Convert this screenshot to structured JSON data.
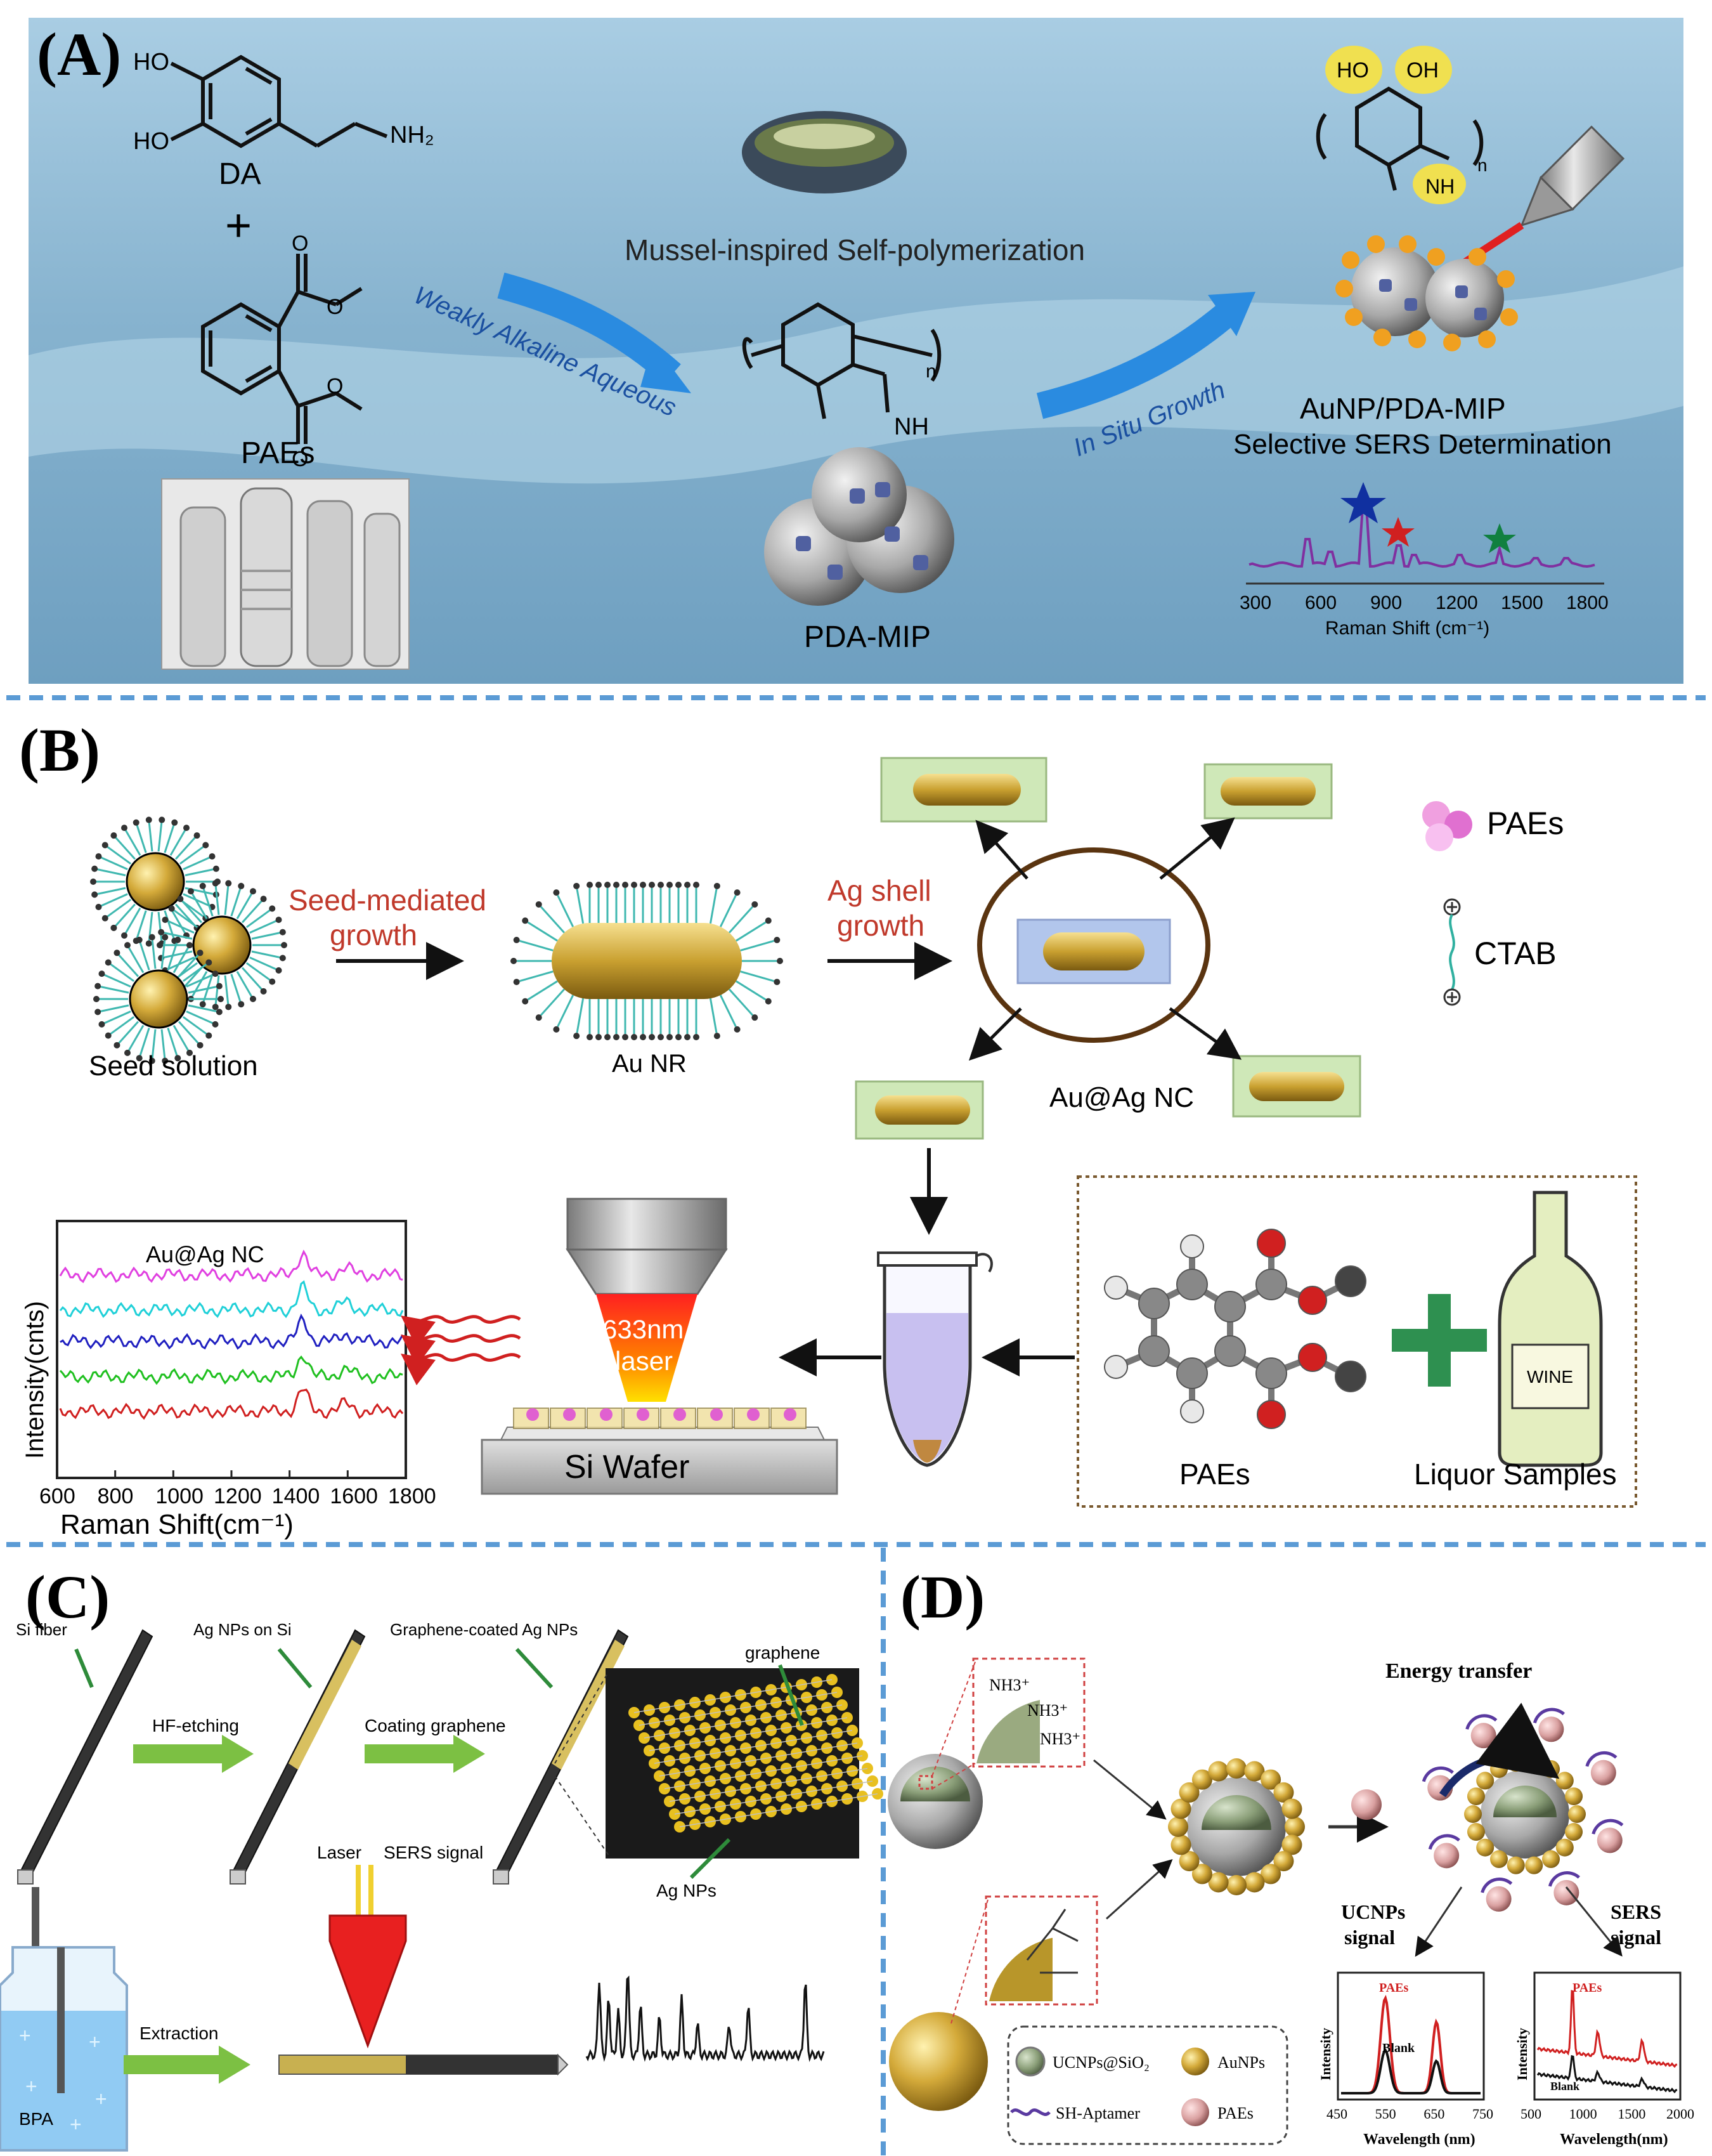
{
  "panelA": {
    "letter": "(A)",
    "da_label": "DA",
    "ho1": "HO",
    "ho2": "HO",
    "nh2": "NH₂",
    "plus": "+",
    "paes_label": "PAEs",
    "title_mussel": "Mussel-inspired Self-polymerization",
    "arrow1_label": "Weakly Alkaline Aqueous",
    "arrow2_label": "In Situ Growth",
    "nh": "NH",
    "n_sub": "n",
    "pdamip_label": "PDA-MIP",
    "auproduct_line1": "AuNP/PDA-MIP",
    "auproduct_line2": "Selective SERS Determination",
    "ho_top": "HO",
    "oh_top": "OH",
    "nh_top": "NH",
    "n_top": "n",
    "raman_xlabel": "Raman Shift (cm⁻¹)",
    "raman_ticks": [
      "300",
      "600",
      "900",
      "1200",
      "1500",
      "1800"
    ]
  },
  "panelB": {
    "letter": "(B)",
    "seed_label": "Seed  solution",
    "step1_line1": "Seed-mediated",
    "step1_line2": "growth",
    "aunr_label": "Au NR",
    "step2_line1": "Ag shell",
    "step2_line2": "growth",
    "aunc_label": "Au@Ag NC",
    "legend_paes": "PAEs",
    "legend_ctab": "CTAB",
    "chart_inset_label": "Au@Ag NC",
    "ylabel": "Intensity(cnts)",
    "xlabel": "Raman Shift(cm⁻¹)",
    "xticks": [
      "600",
      "800",
      "1000",
      "1200",
      "1400",
      "1600",
      "1800"
    ],
    "laser_line1": "633nm",
    "laser_line2": "laser",
    "wafer_label": "Si Wafer",
    "paes_mol_label": "PAEs",
    "liquor_label": "Liquor Samples",
    "wine_label": "WINE"
  },
  "panelC": {
    "letter": "(C)",
    "si_fiber": "Si fiber",
    "ag_on_si": "Ag NPs on Si",
    "graphene_coated": "Graphene-coated Ag NPs",
    "hf_etching": "HF-etching",
    "coating_graphene": "Coating graphene",
    "graphene": "graphene",
    "ag_nps": "Ag NPs",
    "laser": "Laser",
    "sers_signal": "SERS signal",
    "extraction": "Extraction",
    "bpa": "BPA"
  },
  "panelD": {
    "letter": "(D)",
    "nh3_1": "NH3⁺",
    "nh3_2": "NH3⁺",
    "nh3_3": "NH3⁺",
    "energy_transfer": "Energy transfer",
    "ucnps_signal_1": "UCNPs",
    "ucnps_signal_2": "signal",
    "sers_signal_1": "SERS",
    "sers_signal_2": "signal",
    "legend_ucnps": "UCNPs@SiO₂",
    "legend_aunps": "AuNPs",
    "legend_aptamer": "SH-Aptamer",
    "legend_paes": "PAEs",
    "uc_chart_paes": "PAEs",
    "uc_chart_blank": "Blank",
    "uc_ylabel": "Intensity",
    "uc_xlabel": "Wavelength (nm)",
    "uc_xticks": [
      "450",
      "550",
      "650",
      "750"
    ],
    "sers_chart_paes": "PAEs",
    "sers_chart_blank": "Blank",
    "sers_ylabel": "Intensity",
    "sers_xlabel": "Wavelength(nm)",
    "sers_xticks": [
      "500",
      "1000",
      "1500",
      "2000"
    ]
  },
  "colors": {
    "divider": "#5b9bd5",
    "panelA_bg": "#8ab4cf",
    "gold": "#b8962a",
    "green_arrow": "#7cc043",
    "red_text": "#c0392b",
    "magenta": "#e040e0",
    "cyan": "#20d0d8",
    "blue": "#2020c0",
    "green": "#20c020",
    "red": "#d02020"
  }
}
